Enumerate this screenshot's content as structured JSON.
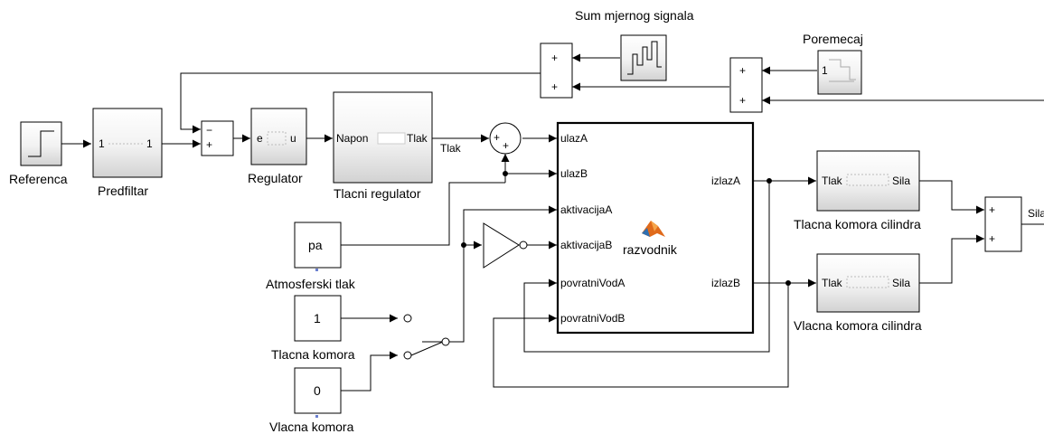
{
  "blocks": {
    "referenca": "Referenca",
    "predfiltar": "Predfiltar",
    "predfiltar_in": "1",
    "predfiltar_out": "1",
    "regulator": "Regulator",
    "regulator_in": "e",
    "regulator_out": "u",
    "tlacni_regulator": "Tlacni regulator",
    "tlacni_in": "Napon",
    "tlacni_out": "Tlak",
    "tlak_signal": "Tlak",
    "sum_mjernog": "Sum mjernog signala",
    "poremecaj": "Poremecaj",
    "poremecaj_value": "1",
    "atmosferski": "Atmosferski tlak",
    "atmosferski_value": "pa",
    "tlacna_komora": "Tlacna komora",
    "tlacna_value": "1",
    "vlacna_komora": "Vlacna komora",
    "vlacna_value": "0",
    "razvodnik": "razvodnik",
    "razvodnik_ports_in": [
      "ulazA",
      "ulazB",
      "aktivacijaA",
      "aktivacijaB",
      "povratniVodA",
      "povratniVodB"
    ],
    "razvodnik_ports_out": [
      "izlazA",
      "izlazB"
    ],
    "tlacna_cilindar": "Tlacna komora cilindra",
    "vlacna_cilindar": "Vlacna komora cilindra",
    "cil_in": "Tlak",
    "cil_out": "Sila",
    "sila_out": "Sila"
  },
  "signs": {
    "plus": "+",
    "minus": "−"
  }
}
